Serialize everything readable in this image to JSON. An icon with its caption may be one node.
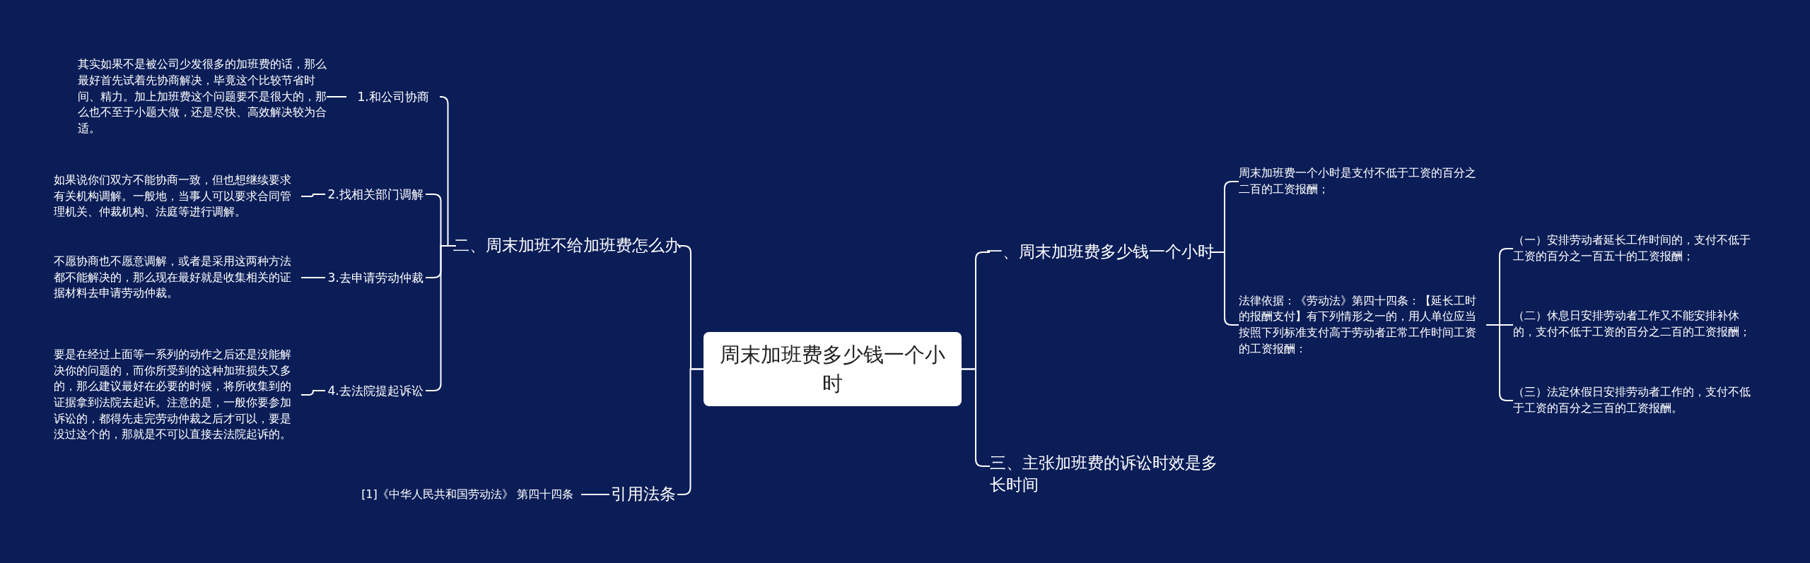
{
  "diagram": {
    "nodes": [
      {
        "text": [
          "周末加班费多少钱一个小时"
        ]
      },
      {
        "text": [
          "二、周末加班不给加班费怎么办"
        ]
      },
      {
        "text": [
          "1.和公司协商"
        ]
      },
      {
        "text": [
          "其实如果不是被公司少发很多的加班费的话，那么最好首先试着先协商解决，毕竟这个比较节省时间、精力。加上加班费这个问题要不是很大的，那么也不至于小题大做，还是尽快、高效解决较为合适。"
        ]
      },
      {
        "text": [
          "2.找相关部门调解"
        ]
      },
      {
        "text": [
          "如果说你们双方不能协商一致，但也想继续要求有关机构调解。一般地，当事人可以要求合同管理机关、仲裁机构、法庭等进行调解。"
        ]
      },
      {
        "text": [
          "3.去申请劳动仲裁"
        ]
      },
      {
        "text": [
          "不愿协商也不愿意调解，或者是采用这两种方法都不能解决的，那么现在最好就是收集相关的证据材料去申请劳动仲裁。"
        ]
      },
      {
        "text": [
          "4.去法院提起诉讼"
        ]
      },
      {
        "text": [
          "要是在经过上面等一系列的动作之后还是没能解决你的问题的，而你所受到的这种加班损失又多的，那么建议最好在必要的时候，将所收集到的证据拿到法院去起诉。注意的是，一般你要参加诉讼的，都得先走完劳动仲裁之后才可以，要是没过这个的，那就是不可以直接去法院起诉的。"
        ]
      },
      {
        "text": [
          "引用法条"
        ]
      },
      {
        "text": [
          "[1]《中华人民共和国劳动法》 第四十四条"
        ]
      },
      {
        "text": [
          "一、周末加班费多少钱一个小时"
        ]
      },
      {
        "text": [
          "周末加班费一个小时是支付不低于工资的百分之二百的工资报酬；"
        ]
      },
      {
        "text": [
          "法律依据：《劳动法》第四十四条：【延长工时的报酬支付】有下列情形之一的，用人单位应当按照下列标准支付高于劳动者正常工作时间工资的工资报酬："
        ]
      },
      {
        "text": [
          "（一）安排劳动者延长工作时间的，支付不低于工资的百分之一百五十的工资报酬；"
        ]
      },
      {
        "text": [
          "（二）休息日安排劳动者工作又不能安排补休的，支付不低于工资的百分之二百的工资报酬；"
        ]
      },
      {
        "text": [
          "（三）法定休假日安排劳动者工作的，支付不低于工资的百分之三百的工资报酬。"
        ]
      },
      {
        "text": [
          "三、主张加班费的诉讼时效是多长时间"
        ]
      }
    ],
    "edges": [
      {
        "from": 0,
        "to": 1,
        "arrow": "none"
      },
      {
        "from": 1,
        "to": 2,
        "arrow": "none"
      },
      {
        "from": 2,
        "to": 3,
        "arrow": "none"
      },
      {
        "from": 1,
        "to": 4,
        "arrow": "none"
      },
      {
        "from": 4,
        "to": 5,
        "arrow": "none"
      },
      {
        "from": 1,
        "to": 6,
        "arrow": "none"
      },
      {
        "from": 6,
        "to": 7,
        "arrow": "none"
      },
      {
        "from": 1,
        "to": 8,
        "arrow": "none"
      },
      {
        "from": 8,
        "to": 9,
        "arrow": "none"
      },
      {
        "from": 0,
        "to": 10,
        "arrow": "none"
      },
      {
        "from": 10,
        "to": 11,
        "arrow": "none"
      },
      {
        "from": 0,
        "to": 12,
        "arrow": "none"
      },
      {
        "from": 12,
        "to": 13,
        "arrow": "none"
      },
      {
        "from": 12,
        "to": 14,
        "arrow": "none"
      },
      {
        "from": 14,
        "to": 15,
        "arrow": "none"
      },
      {
        "from": 14,
        "to": 16,
        "arrow": "none"
      },
      {
        "from": 14,
        "to": 17,
        "arrow": "none"
      },
      {
        "from": 0,
        "to": 18,
        "arrow": "none"
      }
    ]
  }
}
